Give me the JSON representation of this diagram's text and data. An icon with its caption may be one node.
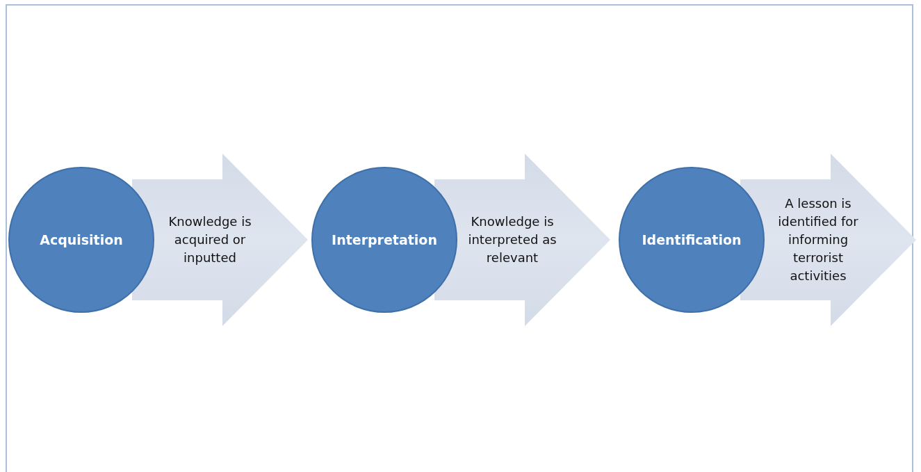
{
  "diagram": {
    "nodes": [
      {
        "text": [
          "Acquisition"
        ]
      },
      {
        "text": [
          "Knowledge is acquired or inputted"
        ]
      },
      {
        "text": [
          "Interpretation"
        ]
      },
      {
        "text": [
          "Knowledge is interpreted as relevant"
        ]
      },
      {
        "text": [
          "Identification"
        ]
      },
      {
        "text": [
          "A lesson is identified for informing terrorist activities"
        ]
      }
    ]
  }
}
